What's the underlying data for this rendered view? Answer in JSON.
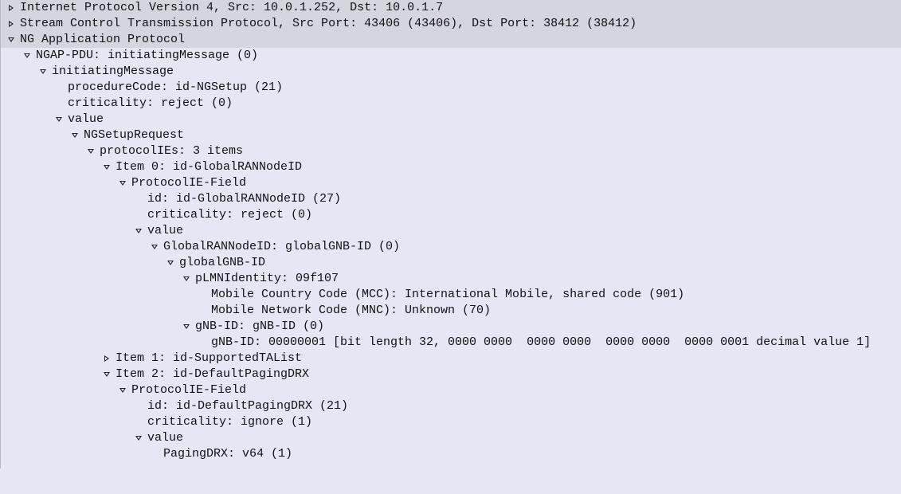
{
  "tree": {
    "rows": [
      {
        "text": "Internet Protocol Version 4, Src: 10.0.1.252, Dst: 10.0.1.7",
        "toggle": "collapsed-icon"
      },
      {
        "text": "Stream Control Transmission Protocol, Src Port: 43406 (43406), Dst Port: 38412 (38412)",
        "toggle": "collapsed-icon"
      },
      {
        "text": "NG Application Protocol",
        "toggle": "expanded-icon"
      },
      {
        "text": "NGAP-PDU: initiatingMessage (0)",
        "toggle": "expanded-icon"
      },
      {
        "text": "initiatingMessage",
        "toggle": "expanded-icon"
      },
      {
        "text": "procedureCode: id-NGSetup (21)",
        "toggle": "none"
      },
      {
        "text": "criticality: reject (0)",
        "toggle": "none"
      },
      {
        "text": "value",
        "toggle": "expanded-icon"
      },
      {
        "text": "NGSetupRequest",
        "toggle": "expanded-icon"
      },
      {
        "text": "protocolIEs: 3 items",
        "toggle": "expanded-icon"
      },
      {
        "text": "Item 0: id-GlobalRANNodeID",
        "toggle": "expanded-icon"
      },
      {
        "text": "ProtocolIE-Field",
        "toggle": "expanded-icon"
      },
      {
        "text": "id: id-GlobalRANNodeID (27)",
        "toggle": "none"
      },
      {
        "text": "criticality: reject (0)",
        "toggle": "none"
      },
      {
        "text": "value",
        "toggle": "expanded-icon"
      },
      {
        "text": "GlobalRANNodeID: globalGNB-ID (0)",
        "toggle": "expanded-icon"
      },
      {
        "text": "globalGNB-ID",
        "toggle": "expanded-icon"
      },
      {
        "text": "pLMNIdentity: 09f107",
        "toggle": "expanded-icon"
      },
      {
        "text": "Mobile Country Code (MCC): International Mobile, shared code (901)",
        "toggle": "none"
      },
      {
        "text": "Mobile Network Code (MNC): Unknown (70)",
        "toggle": "none"
      },
      {
        "text": "gNB-ID: gNB-ID (0)",
        "toggle": "expanded-icon"
      },
      {
        "text": "gNB-ID: 00000001 [bit length 32, 0000 0000  0000 0000  0000 0000  0000 0001 decimal value 1]",
        "toggle": "none"
      },
      {
        "text": "Item 1: id-SupportedTAList",
        "toggle": "collapsed-icon"
      },
      {
        "text": "Item 2: id-DefaultPagingDRX",
        "toggle": "expanded-icon"
      },
      {
        "text": "ProtocolIE-Field",
        "toggle": "expanded-icon"
      },
      {
        "text": "id: id-DefaultPagingDRX (21)",
        "toggle": "none"
      },
      {
        "text": "criticality: ignore (1)",
        "toggle": "none"
      },
      {
        "text": "value",
        "toggle": "expanded-icon"
      },
      {
        "text": "PagingDRX: v64 (1)",
        "toggle": "none"
      }
    ]
  }
}
